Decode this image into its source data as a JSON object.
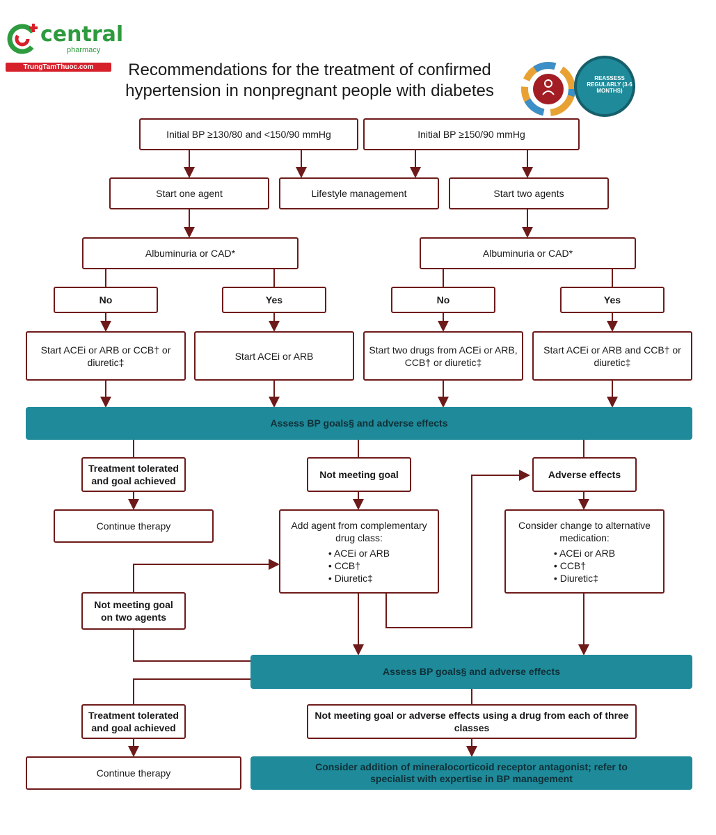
{
  "brand": {
    "name": "central",
    "sub": "pharmacy",
    "site": "TrungTamThuoc.com"
  },
  "title": "Recommendations for the treatment of confirmed hypertension in nonpregnant people with diabetes",
  "badge": {
    "text": "REASSESS REGULARLY (3-6 MONTHS)"
  },
  "colors": {
    "box_border": "#6e1a1a",
    "teal": "#1e8a9a",
    "arrow": "#6e1a1a",
    "brand_green": "#2e9b3f",
    "brand_red": "#d6202a"
  },
  "flow": {
    "initial_low": "Initial BP ≥130/80 and <150/90 mmHg",
    "initial_high": "Initial BP ≥150/90 mmHg",
    "start_one": "Start one agent",
    "lifestyle": "Lifestyle management",
    "start_two": "Start two agents",
    "albuminuria_left": "Albuminuria or CAD*",
    "albuminuria_right": "Albuminuria or CAD*",
    "no_1": "No",
    "yes_1": "Yes",
    "no_2": "No",
    "yes_2": "Yes",
    "start_acei_arb_ccb": "Start ACEi or ARB or CCB† or diuretic‡",
    "start_acei_arb": "Start ACEi or ARB",
    "start_two_drugs": "Start two drugs from ACEi or ARB, CCB† or diuretic‡",
    "start_acei_arb_and": "Start ACEi or ARB and CCB† or diuretic‡",
    "assess_1": "Assess BP goals§ and adverse effects",
    "tolerated_1": "Treatment tolerated and goal achieved",
    "not_meeting": "Not meeting goal",
    "adverse": "Adverse effects",
    "continue_1": "Continue therapy",
    "add_agent_title": "Add agent from complementary drug class:",
    "add_agent_items": [
      "ACEi or ARB",
      "CCB†",
      "Diuretic‡"
    ],
    "change_title": "Consider change to alternative medication:",
    "change_items": [
      "ACEi or ARB",
      "CCB†",
      "Diuretic‡"
    ],
    "not_meeting_two": "Not meeting goal on two agents",
    "assess_2": "Assess BP goals§ and adverse effects",
    "tolerated_2": "Treatment tolerated and goal achieved",
    "not_meeting_three": "Not meeting goal or adverse effects using a drug from each of three classes",
    "continue_2": "Continue therapy",
    "mra": "Consider addition of mineralocorticoid receptor antagonist; refer to specialist with expertise in BP management"
  }
}
